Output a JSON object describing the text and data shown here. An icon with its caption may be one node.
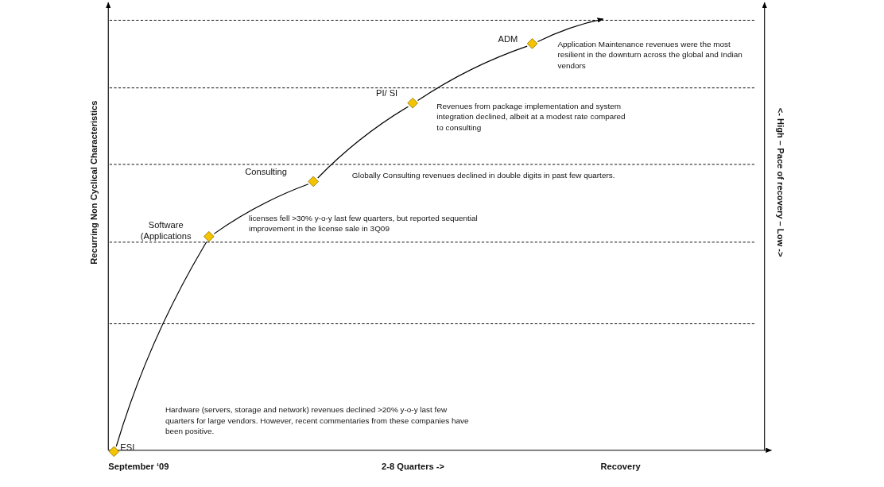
{
  "diagram": {
    "nodes": [
      {
        "text": [],
        "shape": "diamond",
        "beside": [
          "ESI"
        ]
      },
      {
        "text": [],
        "shape": "diamond",
        "beside": [
          "Software (Applications"
        ]
      },
      {
        "text": [],
        "shape": "diamond",
        "beside": [
          "Consulting"
        ]
      },
      {
        "text": [],
        "shape": "diamond",
        "beside": [
          "PI/ SI"
        ]
      },
      {
        "text": [],
        "shape": "diamond",
        "beside": [
          "ADM"
        ]
      }
    ],
    "edges": [
      {
        "from": 0,
        "to": 1,
        "arrow": "none"
      },
      {
        "from": 1,
        "to": 2,
        "arrow": "none"
      },
      {
        "from": 2,
        "to": 3,
        "arrow": "none"
      },
      {
        "from": 3,
        "to": 4,
        "arrow": "none"
      },
      {
        "from": 4,
        "to": null,
        "arrow": "to"
      }
    ],
    "labels": [
      "Recurring Non Cyclical Characteristics",
      "<- High – Pace of recovery – Low ->",
      "Application Maintenance revenues were the most resilient in the downturn across the global and Indian vendors",
      "Revenues from package implementation and system integration declined, albeit at a modest rate compared to consulting",
      "Globally Consulting revenues declined in double digits in past few quarters.",
      "licenses fell >30% y-o-y last few quarters, but reported sequential improvement in the license sale in 3Q09",
      "Hardware (servers, storage and network) revenues declined >20% y-o-y last few quarters for large vendors. However, recent commentaries from these companies have been positive.",
      "September ‘09",
      "2-8 Quarters ->",
      "Recovery"
    ]
  }
}
